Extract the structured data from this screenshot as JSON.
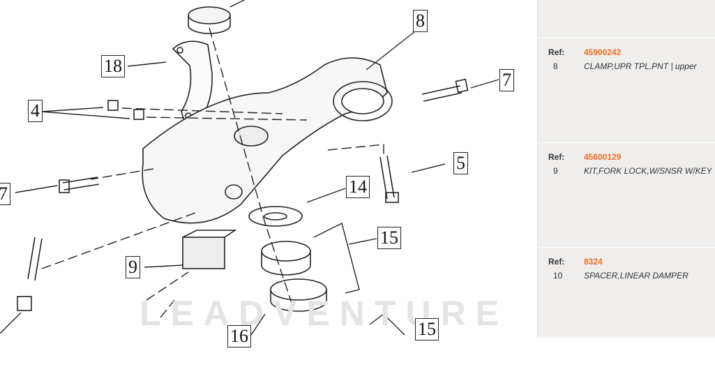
{
  "diagram": {
    "watermark": "LEADVENTURE",
    "callouts": [
      "8",
      "18",
      "7",
      "4",
      "5",
      "14",
      "7",
      "15",
      "9",
      "15",
      "16"
    ]
  },
  "parts": [
    {
      "ref_label": "Ref:",
      "part_number": "45900242",
      "ref": "8",
      "description": "CLAMP,UPR TPL,PNT | upper"
    },
    {
      "ref_label": "Ref:",
      "part_number": "45600129",
      "ref": "9",
      "description": "KIT,FORK LOCK,W/SNSR W/KEY"
    },
    {
      "ref_label": "Ref:",
      "part_number": "8324",
      "ref": "10",
      "description": "SPACER,LINEAR DAMPER"
    }
  ]
}
